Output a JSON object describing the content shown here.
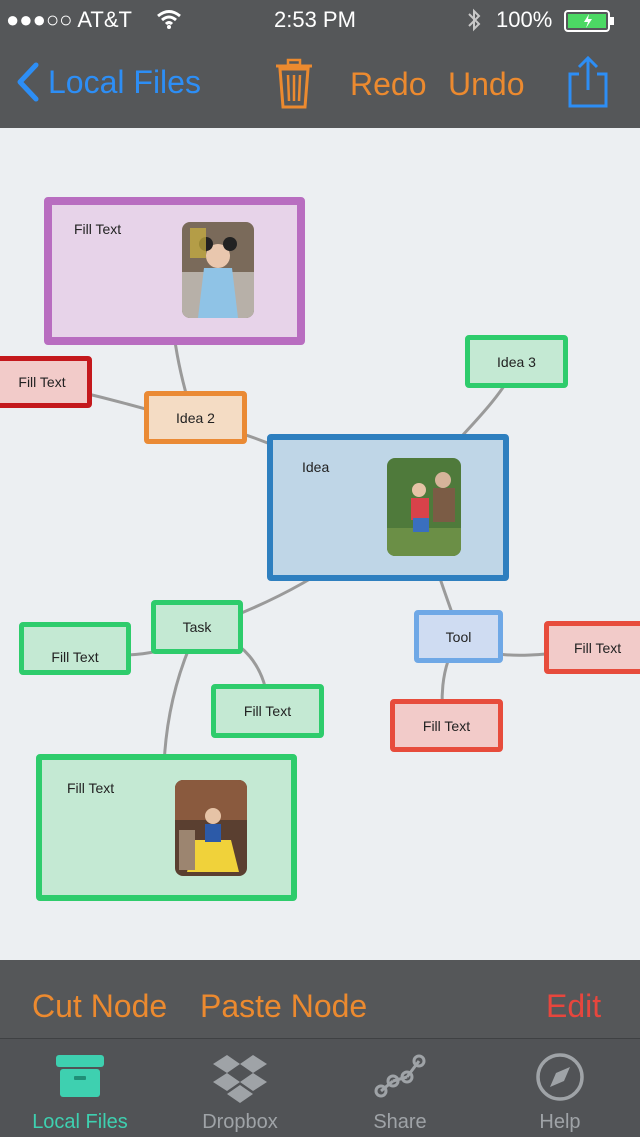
{
  "status_bar": {
    "carrier": "●●●○○ AT&T",
    "time": "2:53 PM",
    "battery": "100%"
  },
  "nav": {
    "back_label": "Local Files",
    "redo_label": "Redo",
    "undo_label": "Undo",
    "icons": {
      "back": "chevron-left-icon",
      "trash": "trash-icon",
      "share": "share-icon"
    }
  },
  "mind_map": {
    "nodes": {
      "top_fill_text": "Fill Text",
      "left_fill_text": "Fill Text",
      "idea2": "Idea 2",
      "idea3": "Idea 3",
      "idea": "Idea",
      "task": "Task",
      "task_fill_left": "Fill Text",
      "task_fill_right": "Fill Text",
      "bottom_fill_text": "Fill Text",
      "tool": "Tool",
      "tool_fill_right": "Fill Text",
      "tool_fill_bottom": "Fill Text"
    },
    "colors": {
      "purple": "#b86dc0",
      "red": "#c4181c",
      "orange": "#ea8a35",
      "green": "#2ecc6c",
      "blue": "#2e7fbf",
      "lightblue": "#6fa8e6",
      "coral": "#e74c3c",
      "link": "#9a9a9a"
    }
  },
  "toolbar": {
    "cut_label": "Cut Node",
    "paste_label": "Paste Node",
    "edit_label": "Edit"
  },
  "tabs": [
    {
      "label": "Local Files",
      "icon": "archive-box-icon",
      "active": true
    },
    {
      "label": "Dropbox",
      "icon": "dropbox-icon",
      "active": false
    },
    {
      "label": "Share",
      "icon": "share-nodes-icon",
      "active": false
    },
    {
      "label": "Help",
      "icon": "compass-icon",
      "active": false
    }
  ]
}
